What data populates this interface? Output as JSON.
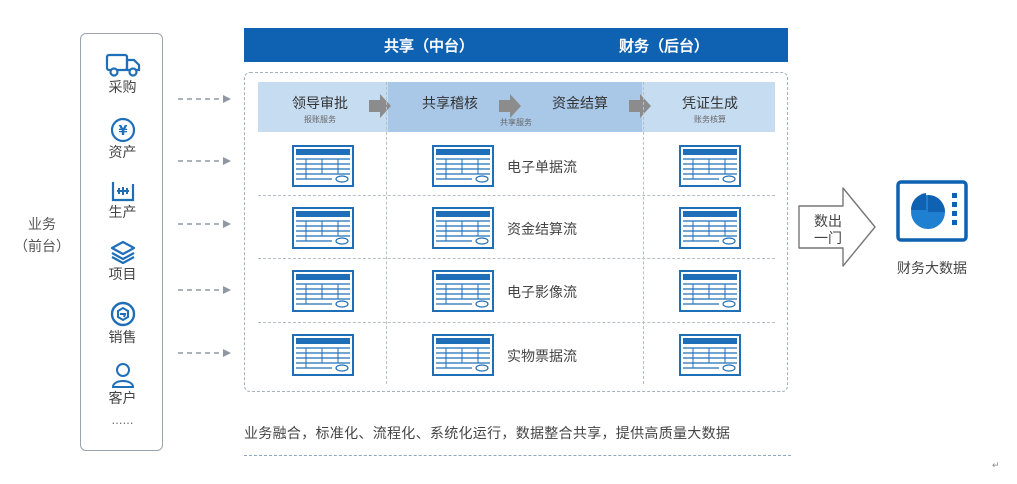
{
  "front": {
    "label_line1": "业务",
    "label_line2": "（前台）"
  },
  "modules": [
    {
      "label": "采购",
      "icon": "truck-icon"
    },
    {
      "label": "资产",
      "icon": "yen-circle-icon"
    },
    {
      "label": "生产",
      "icon": "production-icon"
    },
    {
      "label": "项目",
      "icon": "layers-icon"
    },
    {
      "label": "销售",
      "icon": "sales-icon"
    },
    {
      "label": "客户",
      "icon": "person-icon"
    }
  ],
  "modules_more": "……",
  "header": {
    "shared": "共享（中台）",
    "finance": "财务（后台）"
  },
  "process": {
    "steps": [
      "领导审批",
      "共享稽核",
      "资金结算",
      "凭证生成"
    ],
    "subs": [
      "报账服务",
      "共享服务",
      "账务核算"
    ]
  },
  "flows": [
    "电子单据流",
    "资金结算流",
    "电子影像流",
    "实物票据流"
  ],
  "exit": {
    "line1": "数出",
    "line2": "一门"
  },
  "big_data": {
    "label": "财务大数据",
    "icon": "big-data-chart-icon"
  },
  "bottom_text": "业务融合，标准化、流程化、系统化运行，数据整合共享，提供高质量大数据",
  "colors": {
    "header_blue": "#0f61b2",
    "process_light": "#c6dcf1",
    "process_dark": "#a9c8e8",
    "icon_blue": "#1f6fb8"
  },
  "paragraph_mark": "↵"
}
